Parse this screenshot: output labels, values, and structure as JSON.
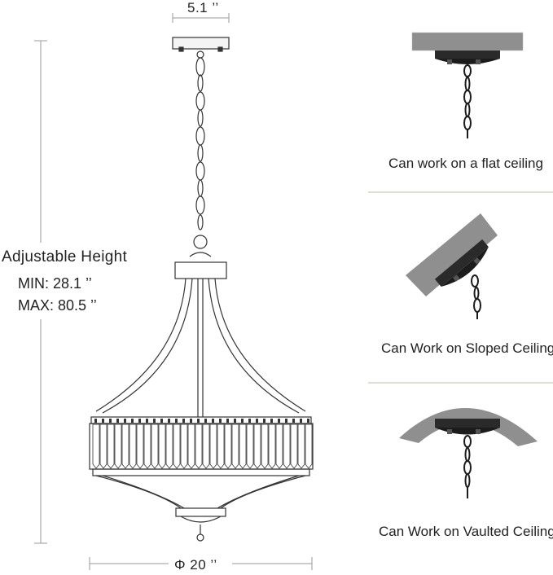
{
  "dimensions": {
    "canopy_width": "5.1 ’’",
    "diameter": "Φ 20 ’’",
    "height_label": "Adjustable Height",
    "min": "MIN:  28.1 ’’",
    "max": "MAX: 80.5 ’’"
  },
  "installations": [
    {
      "caption": "Can work on a flat ceiling",
      "ceiling": "flat-ceiling-icon"
    },
    {
      "caption": "Can Work on Sloped Ceiling",
      "ceiling": "sloped-ceiling-icon"
    },
    {
      "caption": "Can Work on Vaulted Ceiling",
      "ceiling": "vaulted-ceiling-icon"
    }
  ],
  "colors": {
    "line": "#333333",
    "ceiling": "#8c8c8c",
    "fixture": "#1c1c1c",
    "divider": "#d9d2c4"
  }
}
